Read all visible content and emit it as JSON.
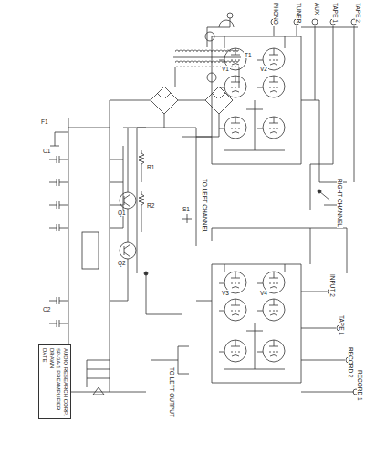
{
  "diagram": {
    "nodes": [
      {
        "text": [
          "AUDIO RESEARCH CORP.",
          "SP-3A-1 PREAMPLIFIER",
          "DRAWN",
          "DATE"
        ]
      }
    ],
    "labels": [
      "PHONO",
      "TUNER",
      "AUX",
      "TAPE 1",
      "TAPE 2",
      "INPUT 2",
      "TAPE 1",
      "RECORD 2",
      "RECORD 1",
      "RIGHT CHANNEL",
      "TO LEFT CHANNEL",
      "TO LEFT OUTPUT",
      "V1",
      "V2",
      "V3",
      "V4",
      "Q1",
      "Q2",
      "S1",
      "F1",
      "T1",
      "C1",
      "C2",
      "R1",
      "R2"
    ]
  }
}
